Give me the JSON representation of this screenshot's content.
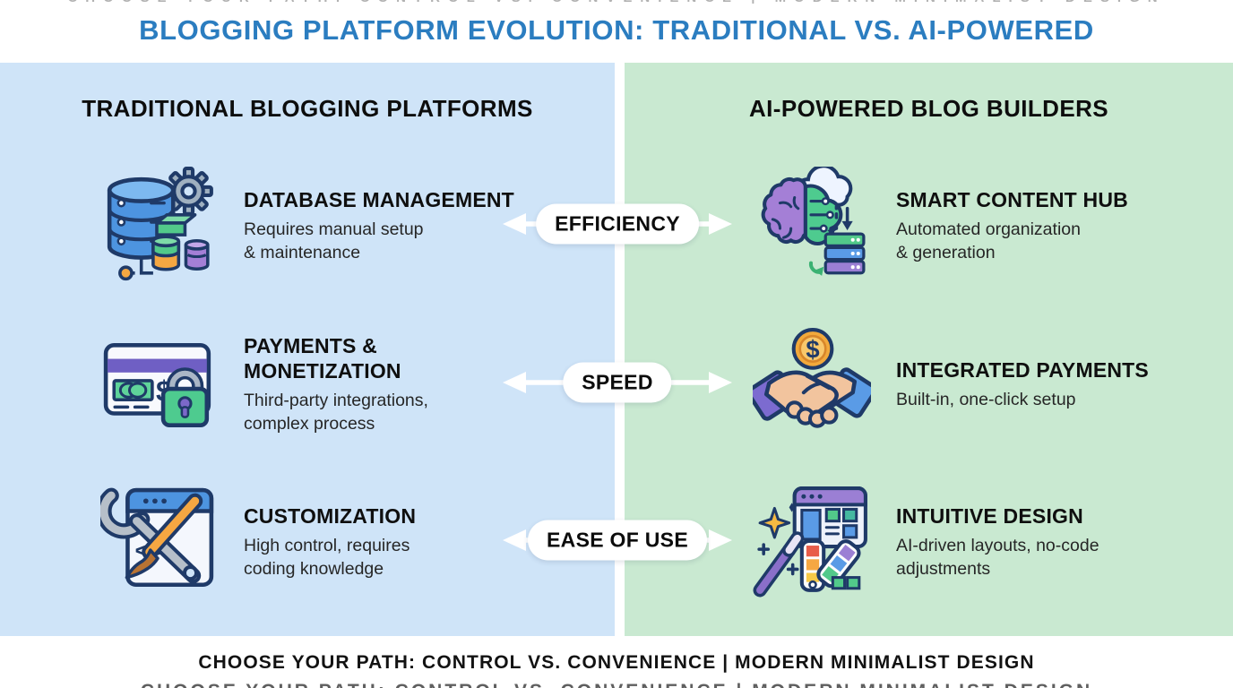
{
  "title": "BLOGGING PLATFORM EVOLUTION: TRADITIONAL VS. AI-POWERED",
  "colors": {
    "title_blue": "#2b7dc0",
    "left_panel_bg": "#cfe4f8",
    "right_panel_bg": "#c9e9d1",
    "divider": "#ffffff",
    "badge_bg": "#ffffff",
    "text_dark": "#0f0f0f",
    "icon_outline_navy": "#1f3a68"
  },
  "left_panel": {
    "header": "TRADITIONAL BLOGGING PLATFORMS",
    "items": [
      {
        "icon": "database-management-icon",
        "title": "DATABASE MANAGEMENT",
        "description": "Requires manual setup\n& maintenance"
      },
      {
        "icon": "payments-card-icon",
        "title": "PAYMENTS & MONETIZATION",
        "description": "Third-party integrations,\ncomplex process"
      },
      {
        "icon": "customization-tools-icon",
        "title": "CUSTOMIZATION",
        "description": "High control, requires\ncoding knowledge"
      }
    ]
  },
  "center_badges": [
    {
      "label": "EFFICIENCY"
    },
    {
      "label": "SPEED"
    },
    {
      "label": "EASE OF USE"
    }
  ],
  "right_panel": {
    "header": "AI-POWERED BLOG BUILDERS",
    "items": [
      {
        "icon": "ai-brain-icon",
        "title": "SMART CONTENT HUB",
        "description": "Automated organization\n& generation"
      },
      {
        "icon": "handshake-icon",
        "title": "INTEGRATED PAYMENTS",
        "description": "Built-in, one-click setup"
      },
      {
        "icon": "magic-wand-design-icon",
        "title": "INTUITIVE DESIGN",
        "description": "AI-driven layouts, no-code\nadjustments"
      }
    ]
  },
  "footer": {
    "text": "CHOOSE YOUR PATH: CONTROL VS. CONVENIENCE | MODERN MINIMALIST DESIGN"
  }
}
